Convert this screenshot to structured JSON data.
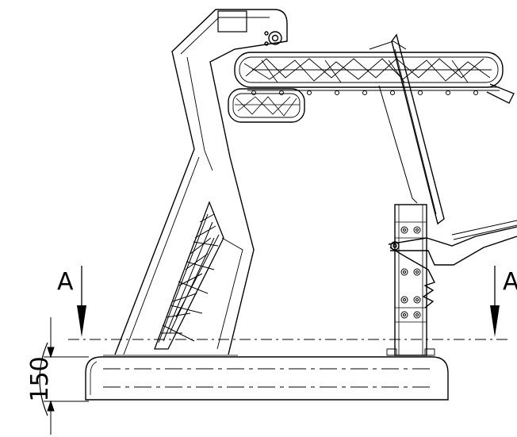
{
  "section_marker_left": "A",
  "section_marker_right": "A",
  "dimension_value": "150",
  "dimension_parens": "()",
  "colors": {
    "line": "#000000",
    "background": "#ffffff"
  }
}
